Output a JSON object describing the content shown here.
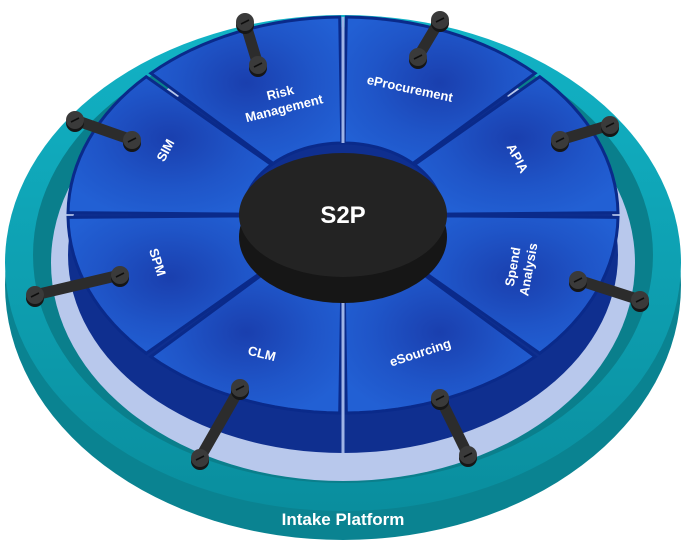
{
  "diagram": {
    "hub": {
      "label": "S2P"
    },
    "platform": {
      "label": "Intake Platform"
    },
    "segments": [
      {
        "label": "eProcurement",
        "lines": [
          "eProcurement"
        ]
      },
      {
        "label": "APIA",
        "lines": [
          "APIA"
        ]
      },
      {
        "label": "Spend Analysis",
        "lines": [
          "Spend",
          "Analysis"
        ]
      },
      {
        "label": "eSourcing",
        "lines": [
          "eSourcing"
        ]
      },
      {
        "label": "CLM",
        "lines": [
          "CLM"
        ]
      },
      {
        "label": "SPM",
        "lines": [
          "SPM"
        ]
      },
      {
        "label": "SIM",
        "lines": [
          "SIM"
        ]
      },
      {
        "label": "Risk Management",
        "lines": [
          "Risk",
          "Management"
        ]
      }
    ],
    "connector_count": 8,
    "colors": {
      "platform_outer": "#0ea5ba",
      "platform_inner": "#0a7f8c",
      "platform_side": "#0b8fa0",
      "gap_light": "#b8c8ec",
      "segment_top": "#1f55c8",
      "segment_side": "#0f2f8f",
      "segment_divider": "#0a2a8a",
      "hub": "#232323",
      "hub_side": "#161616",
      "connector": "#2c2c2c"
    }
  }
}
